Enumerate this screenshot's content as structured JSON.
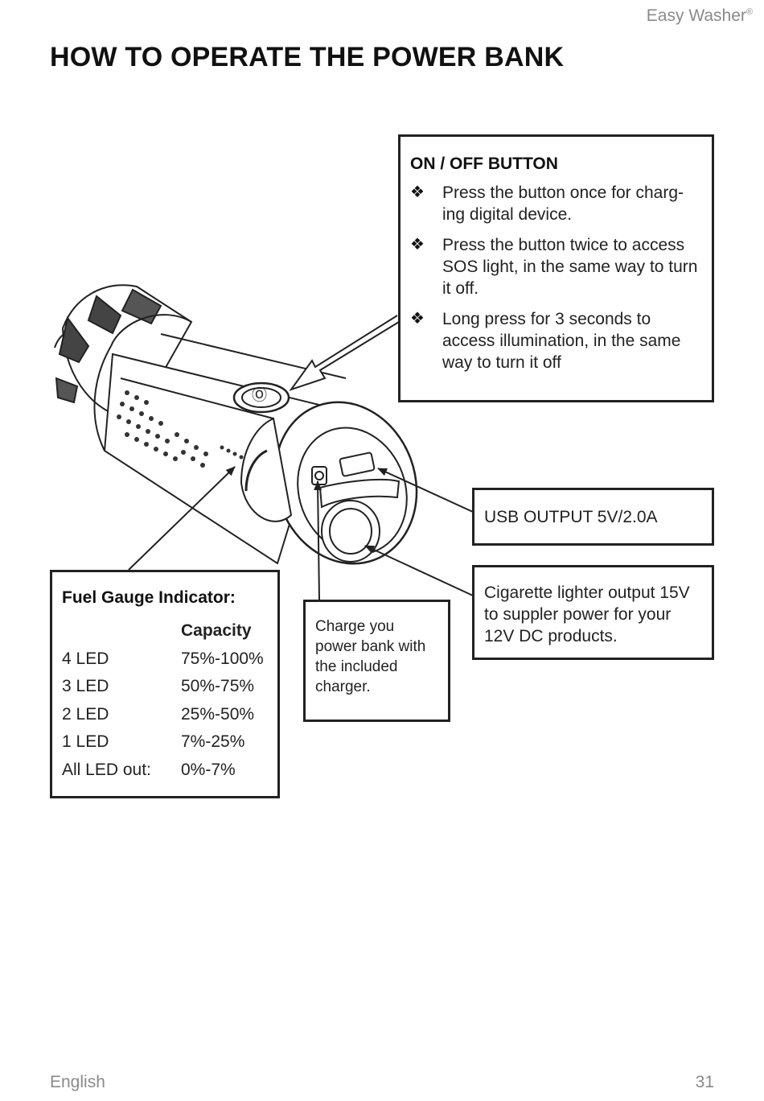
{
  "header": {
    "brand": "Easy Washer",
    "brand_mark": "®"
  },
  "page_title": "HOW TO OPERATE THE POWER BANK",
  "onoff": {
    "title": "ON / OFF BUTTON",
    "bullet_glyph": "❖",
    "items": [
      "Press the button once for charg-ing digital device.",
      "Press the button twice to access SOS light, in the same way to turn it off.",
      "Long press for 3 seconds to access illumination, in the same way to turn it off"
    ]
  },
  "usb_output": "USB OUTPUT 5V/2.0A",
  "cigarette_output": "Cigarette lighter output 15V to suppler power for your 12V DC products.",
  "charge_note": "Charge you power bank with the included charger.",
  "fuel_gauge": {
    "title": "Fuel Gauge Indicator:",
    "capacity_header": "Capacity",
    "rows": [
      {
        "led": "4 LED",
        "capacity": "75%-100%"
      },
      {
        "led": "3 LED",
        "capacity": "50%-75%"
      },
      {
        "led": "2 LED",
        "capacity": "25%-50%"
      },
      {
        "led": "1 LED",
        "capacity": "7%-25%"
      },
      {
        "led": "All LED out:",
        "capacity": "0%-7%"
      }
    ]
  },
  "power_button_symbol": "Ⓞ",
  "footer": {
    "language": "English",
    "page_number": "31"
  }
}
